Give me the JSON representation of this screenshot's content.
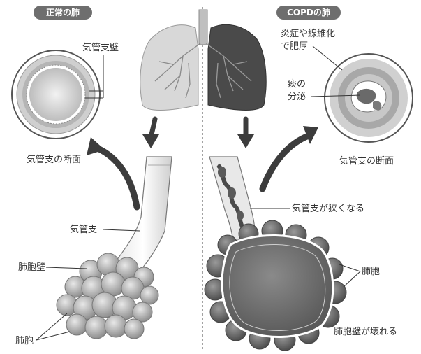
{
  "left": {
    "header": "正常の肺",
    "bronchial_wall": "気管支壁",
    "cross_section": "気管支の断面",
    "bronchus": "気管支",
    "alveolar_wall": "肺胞壁",
    "alveoli": "肺胞"
  },
  "right": {
    "header": "COPDの肺",
    "inflammation_line1": "炎症や線維化",
    "inflammation_line2": "で肥厚",
    "sputum_line1": "痰の",
    "sputum_line2": "分泌",
    "cross_section": "気管支の断面",
    "narrowing": "気管支が狭くなる",
    "alveoli": "肺胞",
    "wall_broken": "肺胞壁が壊れる"
  },
  "colors": {
    "header_bg": "#6e6e6e",
    "lung_light": "#d8d8d8",
    "lung_dark": "#4a4a4a",
    "arrow": "#3c3c3c",
    "alveoli_normal": "#a8a8a8",
    "alveoli_copd": "#6a6a6a"
  }
}
